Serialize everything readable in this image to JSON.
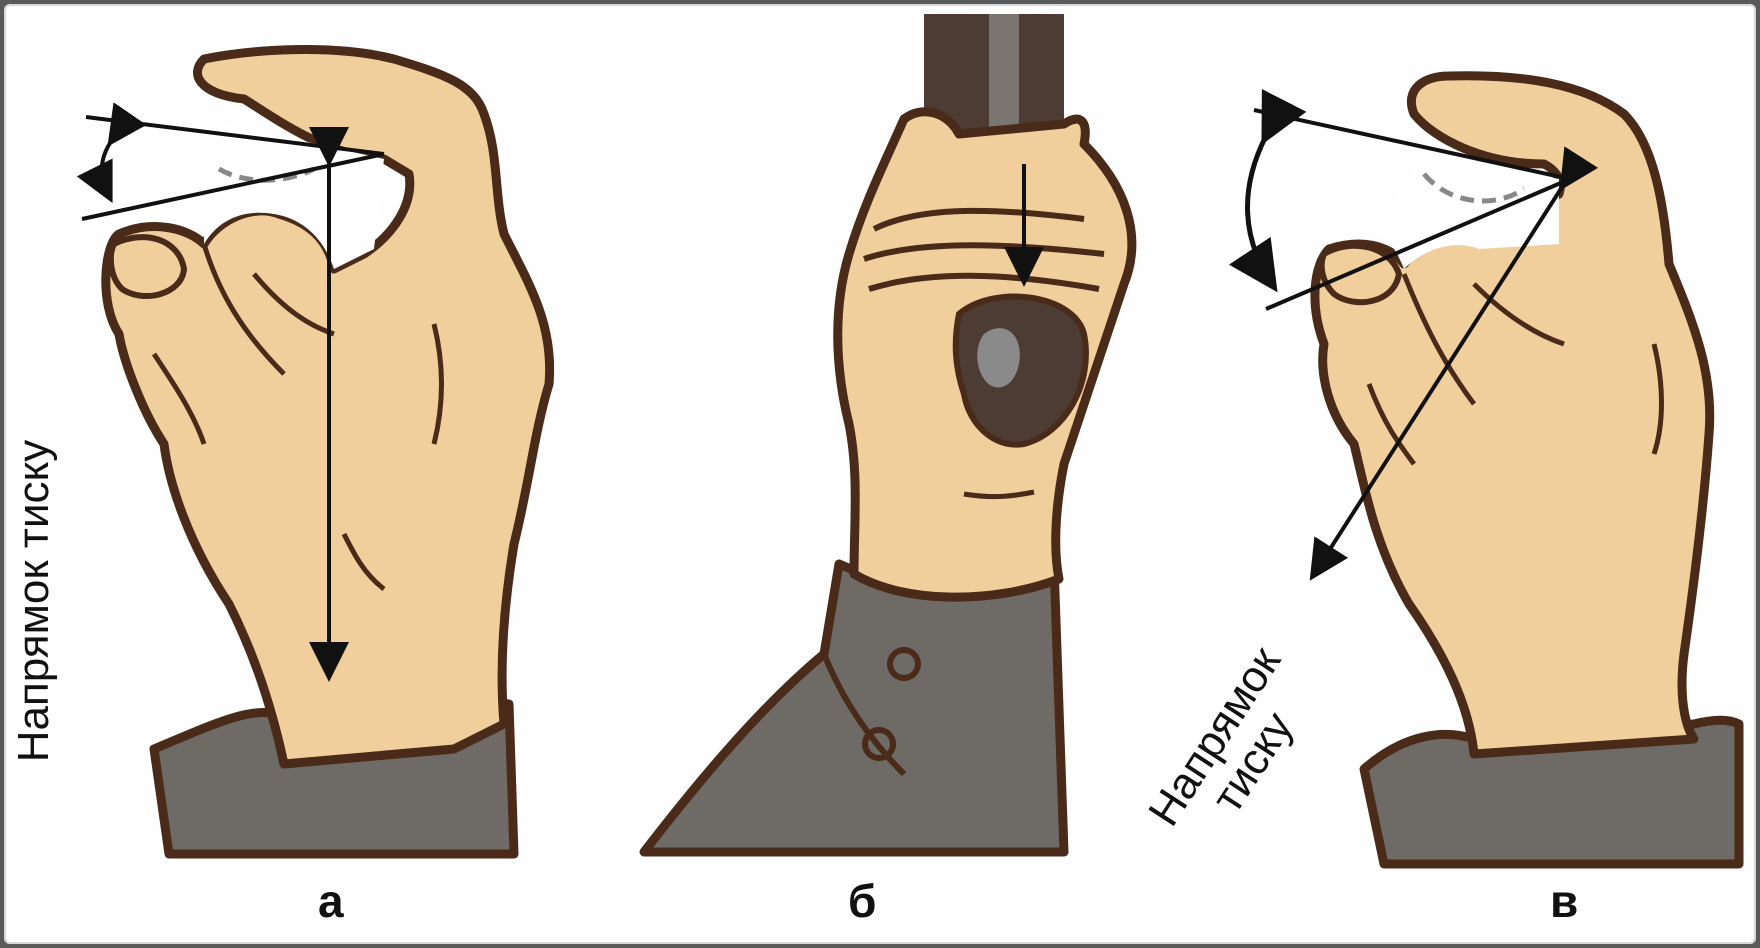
{
  "colors": {
    "skin": "#f0cf9c",
    "outline": "#4a2a18",
    "sleeve": "#6e6a66",
    "tool": "#4c3c34",
    "arrow": "#111111",
    "background": "#fefefe"
  },
  "figures": [
    {
      "id": "a",
      "caption": "а",
      "direction_label": "Напрямок тиску"
    },
    {
      "id": "b",
      "caption": "б"
    },
    {
      "id": "v",
      "caption": "в",
      "direction_label_line1": "Напрямок",
      "direction_label_line2": "тиску"
    }
  ]
}
